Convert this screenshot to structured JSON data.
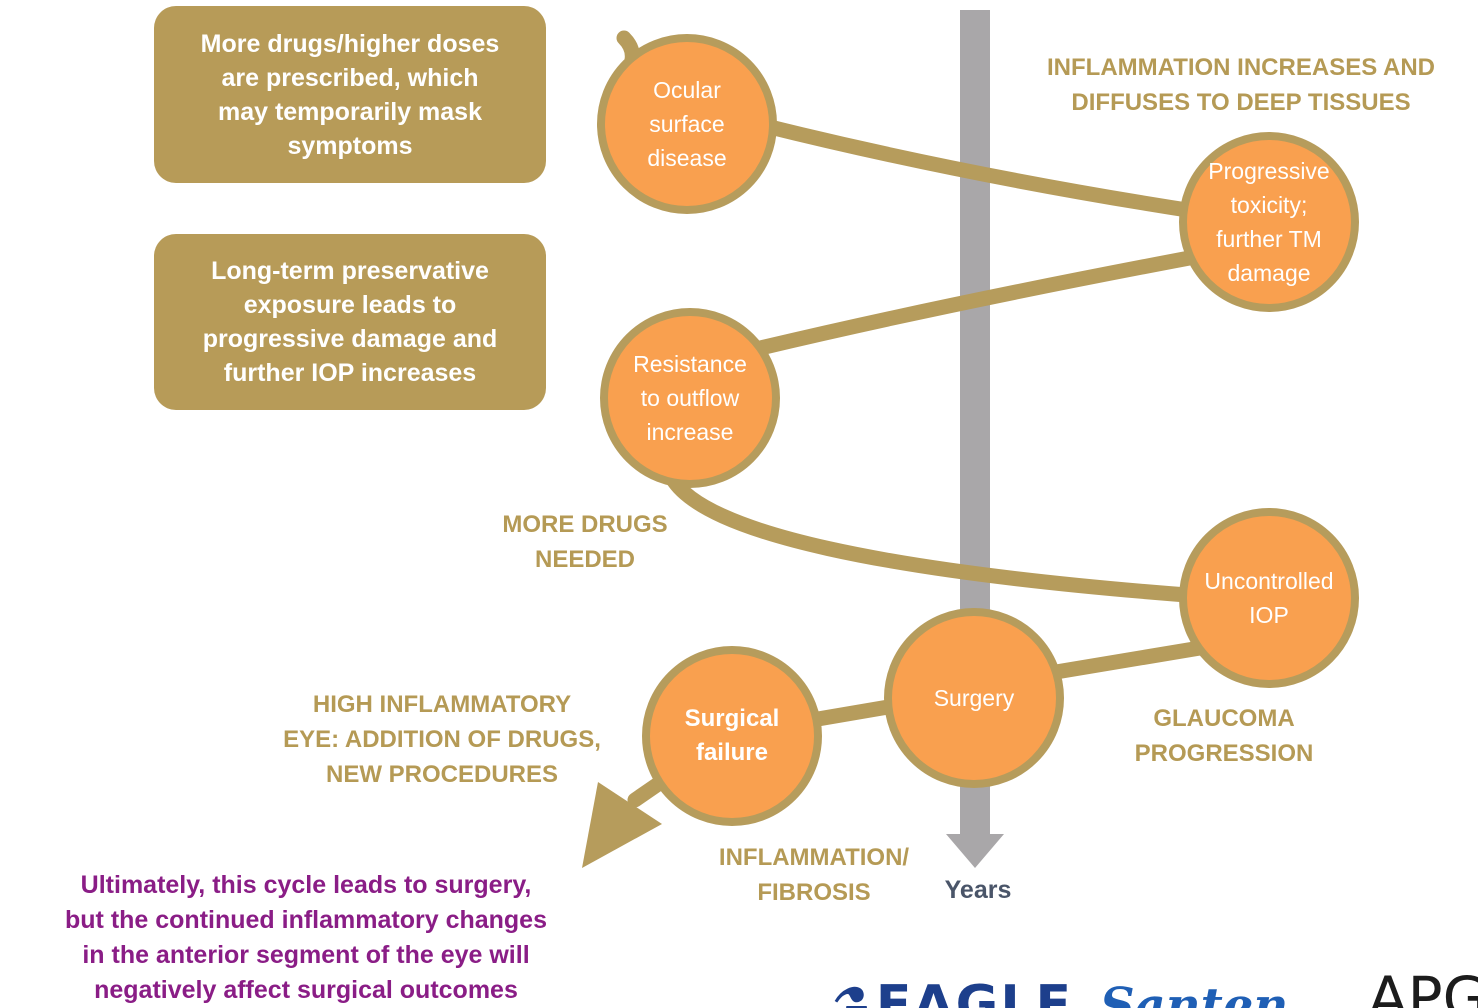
{
  "colors": {
    "node": "#f9a04f",
    "node_border": "#b69c5c",
    "path": "#b69c5c",
    "box": "#b79b58",
    "label": "#b59a55",
    "axis": "#a9a7a9",
    "conclusion": "#8a1d86",
    "years": "#4a5569"
  },
  "callouts": {
    "more_drugs_box": "More drugs/higher doses\nare prescribed, which\nmay temporarily mask\nsymptoms",
    "preservative_box": "Long-term preservative\nexposure leads to\nprogressive damage and\nfurther IOP increases"
  },
  "nodes": {
    "ocular_surface": "Ocular\nsurface\ndisease",
    "progressive_toxicity": "Progressive\ntoxicity;\nfurther TM\ndamage",
    "resistance": "Resistance\nto outflow\nincrease",
    "uncontrolled_iop": "Uncontrolled\nIOP",
    "surgery": "Surgery",
    "surgical_failure": "Surgical\nfailure"
  },
  "labels": {
    "inflammation_increases": "INFLAMMATION INCREASES AND\nDIFFUSES TO DEEP TISSUES",
    "more_drugs_needed": "MORE DRUGS\nNEEDED",
    "high_inflammatory": "HIGH INFLAMMATORY\nEYE: ADDITION OF DRUGS,\nNEW PROCEDURES",
    "glaucoma_progression": "GLAUCOMA\nPROGRESSION",
    "inflammation_fibrosis": "INFLAMMATION/\nFIBROSIS"
  },
  "axis": {
    "label": "Years"
  },
  "conclusion": "Ultimately, this cycle leads to surgery,\nbut the continued inflammatory changes\nin the anterior segment of the eye will\nnegatively affect surgical outcomes",
  "logos": {
    "eagle": "EAGLE",
    "santen": "Santen",
    "apgs": "APGS"
  }
}
